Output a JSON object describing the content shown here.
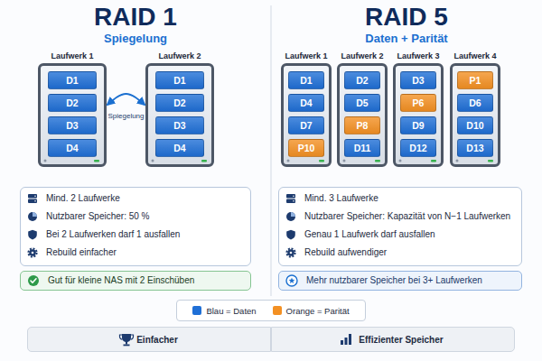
{
  "diagram": {
    "nodes": [
      {
        "text": [
          "Laufwerk 1"
        ]
      },
      {
        "text": [
          "D1"
        ],
        "in": 0
      },
      {
        "text": [
          "D2"
        ],
        "in": 0
      },
      {
        "text": [
          "D3"
        ],
        "in": 0
      },
      {
        "text": [
          "D4"
        ],
        "in": 0
      },
      {
        "text": [
          "Laufwerk 2"
        ]
      },
      {
        "text": [
          "D1"
        ],
        "in": 5
      },
      {
        "text": [
          "D2"
        ],
        "in": 5
      },
      {
        "text": [
          "D3"
        ],
        "in": 5
      },
      {
        "text": [
          "D4"
        ],
        "in": 5
      },
      {
        "text": [
          "Laufwerk 1"
        ]
      },
      {
        "text": [
          "D1"
        ],
        "in": 10
      },
      {
        "text": [
          "D4"
        ],
        "in": 10
      },
      {
        "text": [
          "D7"
        ],
        "in": 10
      },
      {
        "text": [
          "P10"
        ],
        "in": 10
      },
      {
        "text": [
          "Laufwerk 2"
        ]
      },
      {
        "text": [
          "D2"
        ],
        "in": 15
      },
      {
        "text": [
          "D5"
        ],
        "in": 15
      },
      {
        "text": [
          "P8"
        ],
        "in": 15
      },
      {
        "text": [
          "D11"
        ],
        "in": 15
      },
      {
        "text": [
          "Laufwerk 3"
        ]
      },
      {
        "text": [
          "D3"
        ],
        "in": 20
      },
      {
        "text": [
          "P6"
        ],
        "in": 20
      },
      {
        "text": [
          "D9"
        ],
        "in": 20
      },
      {
        "text": [
          "D12"
        ],
        "in": 20
      },
      {
        "text": [
          "Laufwerk 4"
        ]
      },
      {
        "text": [
          "P1"
        ],
        "in": 25
      },
      {
        "text": [
          "D6"
        ],
        "in": 25
      },
      {
        "text": [
          "D10"
        ],
        "in": 25
      },
      {
        "text": [
          "D13"
        ],
        "in": 25
      },
      {
        "text": [
          "Mind. 2 Laufwerke",
          "Nutzbarer Speicher: 50 %",
          "Bei 2 Laufwerken darf 1 ausfallen",
          "Rebuild einfacher"
        ]
      },
      {
        "text": [
          "Mind. 3 Laufwerke",
          "Nutzbarer Speicher: Kapazität von N−1 Laufwerken",
          "Genau 1 Laufwerk darf ausfallen",
          "Rebuild aufwendiger"
        ]
      },
      {
        "text": [
          "Gut für kleine NAS mit 2 Einschüben"
        ]
      },
      {
        "text": [
          "Mehr nutzbarer Speicher bei 3+ Laufwerken"
        ]
      },
      {
        "text": [
          "Einfacher"
        ]
      },
      {
        "text": [
          "Effizienter Speicher"
        ]
      }
    ],
    "edges": [
      {
        "from": 0,
        "to": 5,
        "arrow": "both",
        "label": "Spiegelung"
      }
    ],
    "labels": [
      "RAID 1",
      "Spiegelung",
      "RAID 5",
      "Daten + Parität"
    ],
    "legend": [
      {
        "text": "Blau = Daten",
        "color": "#1f6fd6"
      },
      {
        "text": "Orange = Parität",
        "color": "#f39023"
      }
    ]
  }
}
